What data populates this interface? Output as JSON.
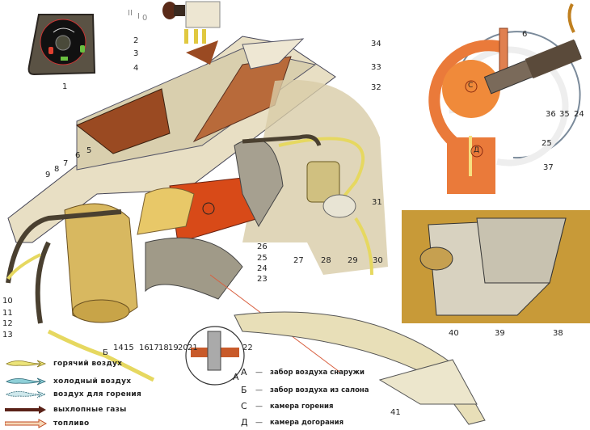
{
  "figure": {
    "title": "Heater system diagram (autonomous heater)",
    "colors": {
      "hot_air": "#e8e07a",
      "cold_air": "#8fd0d8",
      "combustion_air": "#b8e0e6",
      "exhaust": "#6b2a1a",
      "fuel": "#e89060",
      "body_beige": "#d9ccA0",
      "chamber_orange": "#e86a2a",
      "duct_brown": "#a0522d"
    }
  },
  "control_panel": {
    "label_number": "1",
    "switch_positions": [
      "II",
      "I",
      "0"
    ]
  },
  "part_numbers": {
    "main": [
      "1",
      "2",
      "3",
      "4",
      "5",
      "6",
      "7",
      "8",
      "9",
      "10",
      "11",
      "12",
      "13",
      "14",
      "15",
      "16",
      "17",
      "18",
      "19",
      "20",
      "21",
      "22",
      "23",
      "24",
      "25",
      "26",
      "27",
      "28",
      "29",
      "30",
      "31",
      "32",
      "33",
      "34"
    ],
    "combustion_section": [
      "6",
      "24",
      "25",
      "35",
      "36",
      "37"
    ],
    "air_intake": [
      "38",
      "39",
      "40"
    ],
    "vent": [
      "41"
    ]
  },
  "section_letters": {
    "A": "А",
    "B": "Б",
    "C": "С",
    "D": "Д"
  },
  "legend": [
    {
      "icon": "hot-air-arrow",
      "label": "горячий воздух"
    },
    {
      "icon": "cold-air-arrow",
      "label": "холодный воздух"
    },
    {
      "icon": "combustion-air-arrow",
      "label": "воздух для горения"
    },
    {
      "icon": "exhaust-arrow",
      "label": "выхлопные газы"
    },
    {
      "icon": "fuel-arrow",
      "label": "топливо"
    }
  ],
  "key": [
    {
      "letter": "А",
      "dash": "—",
      "text": "забор воздуха снаружи"
    },
    {
      "letter": "Б",
      "dash": "—",
      "text": "забор воздуха из салона"
    },
    {
      "letter": "С",
      "dash": "—",
      "text": "камера горения"
    },
    {
      "letter": "Д",
      "dash": "—",
      "text": "камера догорания"
    }
  ]
}
